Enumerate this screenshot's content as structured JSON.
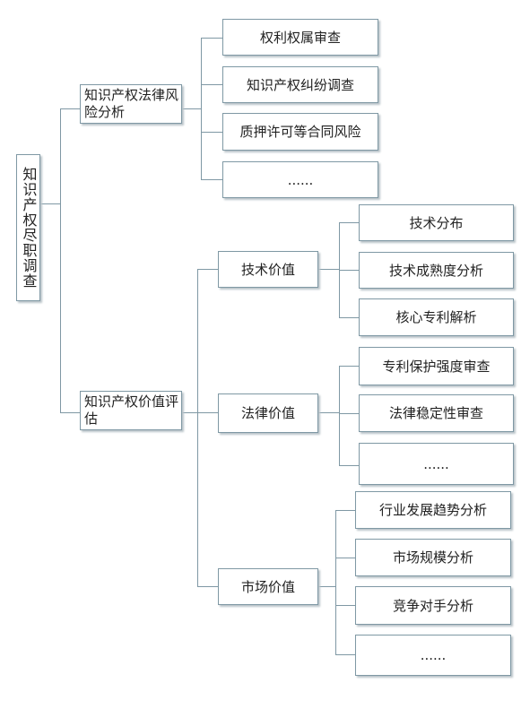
{
  "diagram": {
    "root": "知识产权尽职调查",
    "branches": [
      {
        "label": "知识产权法律风险分析",
        "children": [
          "权利权属审查",
          "知识产权纠纷调查",
          "质押许可等合同风险",
          "......"
        ]
      },
      {
        "label": "知识产权价值评估",
        "children": [
          {
            "label": "技术价值",
            "children": [
              "技术分布",
              "技术成熟度分析",
              "核心专利解析"
            ]
          },
          {
            "label": "法律价值",
            "children": [
              "专利保护强度审查",
              "法律稳定性审查",
              "......"
            ]
          },
          {
            "label": "市场价值",
            "children": [
              "行业发展趋势分析",
              "市场规模分析",
              "竞争对手分析",
              "......"
            ]
          }
        ]
      }
    ]
  },
  "colors": {
    "border": "#7f98a4",
    "shadow": "#b9c3c8",
    "text": "#222222",
    "background": "#ffffff"
  }
}
